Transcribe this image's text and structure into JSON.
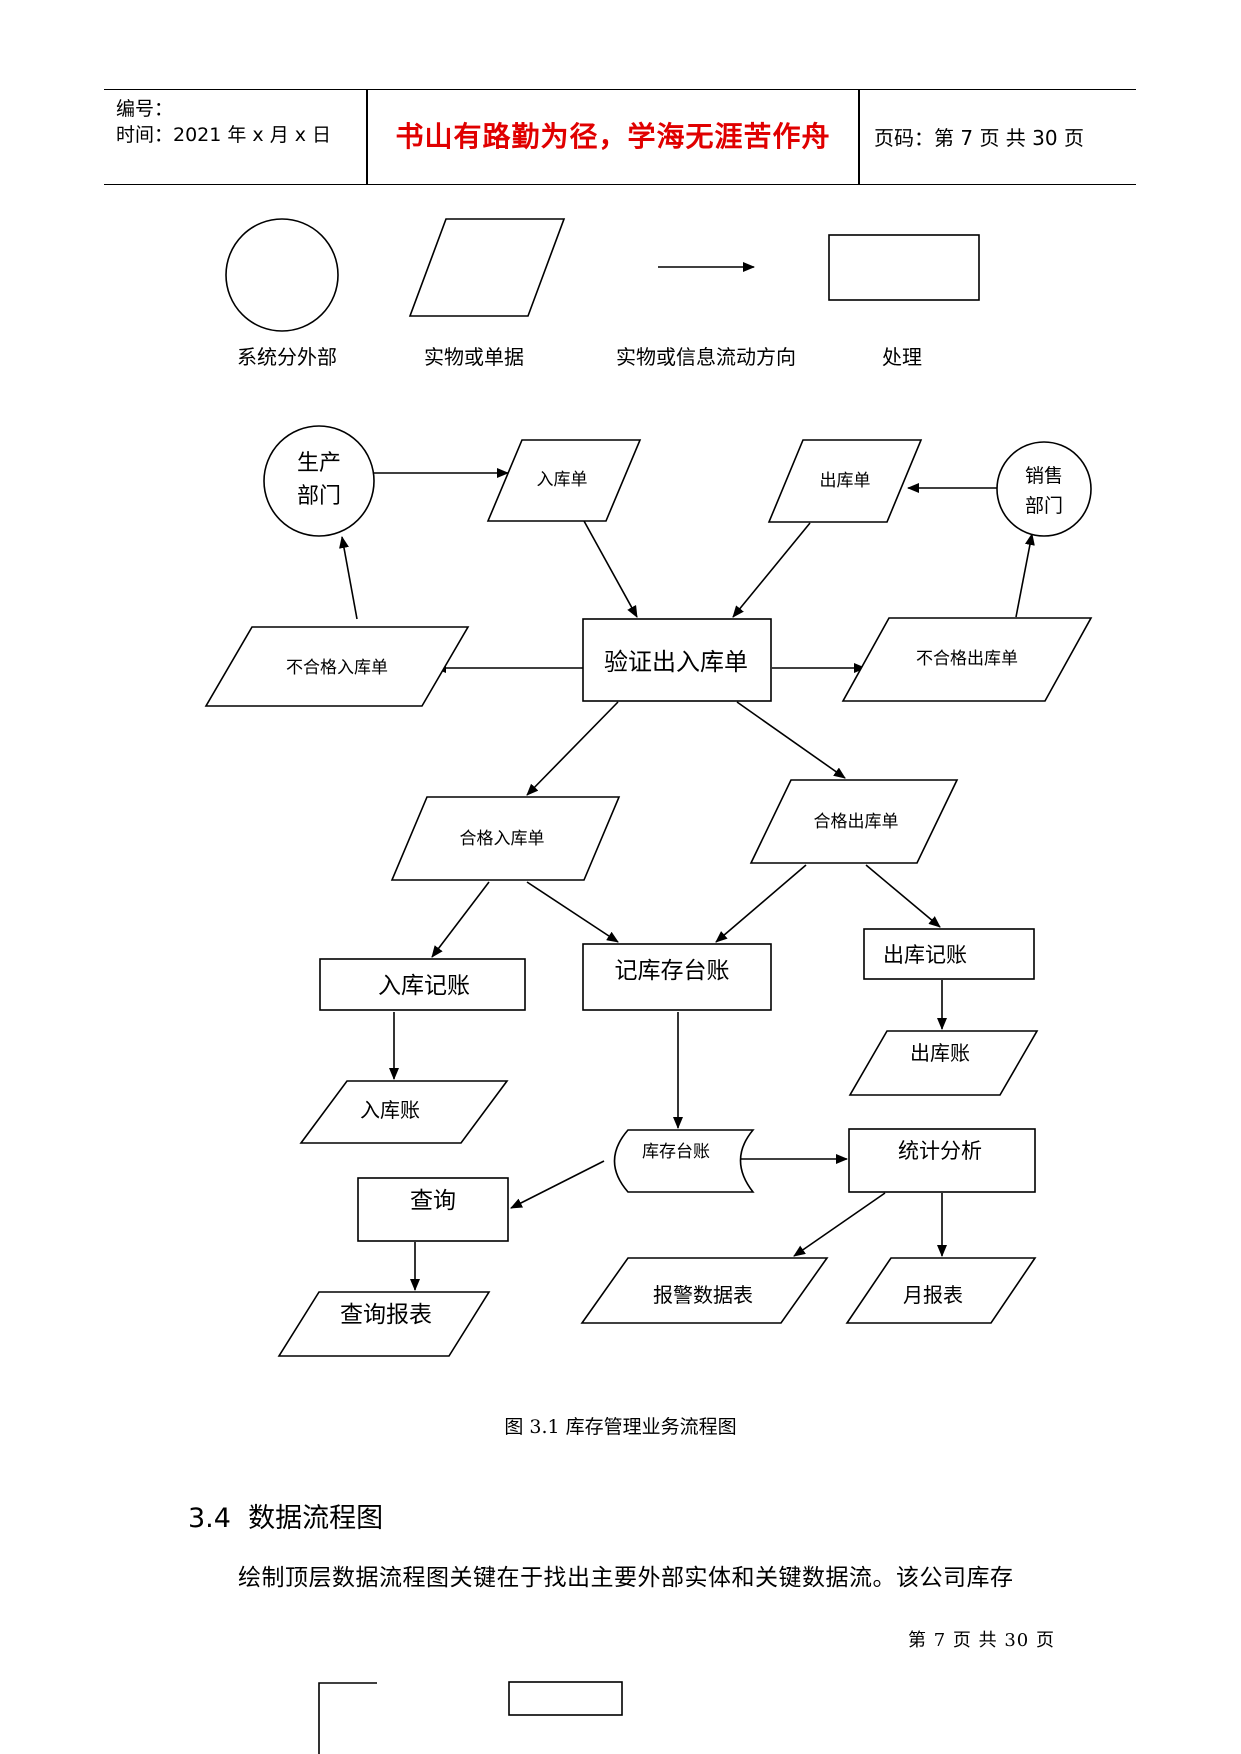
{
  "header": {
    "number_label": "编号：",
    "time_label": "时间：2021 年 x 月 x 日",
    "motto": "书山有路勤为径，学海无涯苦作舟",
    "page_label": "页码：第 7 页  共 30 页"
  },
  "legend": {
    "items": [
      {
        "shape": "circle",
        "label": "系统分外部"
      },
      {
        "shape": "parallelogram",
        "label": "实物或单据"
      },
      {
        "shape": "arrow",
        "label": "实物或信息流动方向"
      },
      {
        "shape": "rectangle",
        "label": "处理"
      }
    ]
  },
  "flowchart": {
    "nodes": {
      "production_dept": {
        "shape": "circle",
        "lines": [
          "生产",
          "部门"
        ]
      },
      "sales_dept": {
        "shape": "circle",
        "lines": [
          "销售",
          "部门"
        ]
      },
      "inbound_slip": {
        "shape": "parallelogram",
        "lines": [
          "入库单"
        ]
      },
      "outbound_slip": {
        "shape": "parallelogram",
        "lines": [
          "出库单"
        ]
      },
      "verify": {
        "shape": "rectangle",
        "lines": [
          "验证出入库单"
        ]
      },
      "rejected_inbound": {
        "shape": "parallelogram",
        "lines": [
          "不合格入库单"
        ]
      },
      "rejected_outbound": {
        "shape": "parallelogram",
        "lines": [
          "不合格出库单"
        ]
      },
      "qualified_inbound": {
        "shape": "parallelogram",
        "lines": [
          "合格入库单"
        ]
      },
      "qualified_outbound": {
        "shape": "parallelogram",
        "lines": [
          "合格出库单"
        ]
      },
      "inbound_posting": {
        "shape": "rectangle",
        "lines": [
          "入库记账"
        ]
      },
      "stock_ledger_posting": {
        "shape": "rectangle",
        "lines": [
          "记库存台账"
        ]
      },
      "outbound_posting": {
        "shape": "rectangle",
        "lines": [
          "出库记账"
        ]
      },
      "inbound_ledger": {
        "shape": "parallelogram",
        "lines": [
          "入库账"
        ]
      },
      "outbound_ledger": {
        "shape": "parallelogram",
        "lines": [
          "出库账"
        ]
      },
      "stock_ledger": {
        "shape": "datastore",
        "lines": [
          "库存台账"
        ]
      },
      "statistics": {
        "shape": "rectangle",
        "lines": [
          "统计分析"
        ]
      },
      "query": {
        "shape": "rectangle",
        "lines": [
          "查询"
        ]
      },
      "query_report": {
        "shape": "parallelogram",
        "lines": [
          "查询报表"
        ]
      },
      "alarm_table": {
        "shape": "parallelogram",
        "lines": [
          "报警数据表"
        ]
      },
      "monthly_report": {
        "shape": "parallelogram",
        "lines": [
          "月报表"
        ]
      }
    },
    "edges": [
      {
        "from": "production_dept",
        "to": "inbound_slip"
      },
      {
        "from": "sales_dept",
        "to": "outbound_slip"
      },
      {
        "from": "inbound_slip",
        "to": "verify"
      },
      {
        "from": "outbound_slip",
        "to": "verify"
      },
      {
        "from": "verify",
        "to": "rejected_inbound"
      },
      {
        "from": "verify",
        "to": "rejected_outbound"
      },
      {
        "from": "rejected_inbound",
        "to": "production_dept"
      },
      {
        "from": "rejected_outbound",
        "to": "sales_dept"
      },
      {
        "from": "verify",
        "to": "qualified_inbound"
      },
      {
        "from": "verify",
        "to": "qualified_outbound"
      },
      {
        "from": "qualified_inbound",
        "to": "inbound_posting"
      },
      {
        "from": "qualified_inbound",
        "to": "stock_ledger_posting"
      },
      {
        "from": "qualified_outbound",
        "to": "stock_ledger_posting"
      },
      {
        "from": "qualified_outbound",
        "to": "outbound_posting"
      },
      {
        "from": "inbound_posting",
        "to": "inbound_ledger"
      },
      {
        "from": "outbound_posting",
        "to": "outbound_ledger"
      },
      {
        "from": "stock_ledger_posting",
        "to": "stock_ledger"
      },
      {
        "from": "stock_ledger",
        "to": "statistics"
      },
      {
        "from": "stock_ledger",
        "to": "query"
      },
      {
        "from": "query",
        "to": "query_report"
      },
      {
        "from": "statistics",
        "to": "alarm_table"
      },
      {
        "from": "statistics",
        "to": "monthly_report"
      }
    ]
  },
  "caption": "图 3.1  库存管理业务流程图",
  "section": {
    "number": "3.4",
    "title": "数据流程图"
  },
  "body_text": "绘制顶层数据流程图关键在于找出主要外部实体和关键数据流。该公司库存",
  "footer": "第 7 页  共 30 页"
}
